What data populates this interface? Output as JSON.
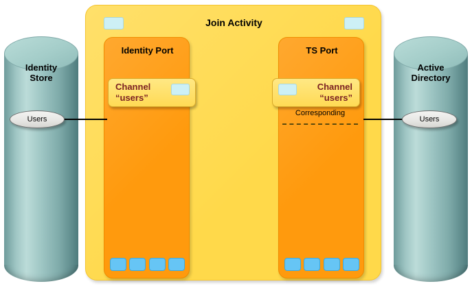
{
  "diagram": {
    "title": "Join Activity",
    "background_color": "#ffffff"
  },
  "colors": {
    "activity_yellow": "#ffd94a",
    "port_orange": "#ff9a0d",
    "channel_yellow": "#ffe070",
    "channel_text": "#7a1f22",
    "chip_cyan": "#cdf0f5",
    "chip_blue": "#66c5f5",
    "cylinder_teal": "#9fc6c4",
    "ellipse_gray": "#e7e7e4",
    "wire_black": "#000000",
    "dash_brown": "#5b4a0d"
  },
  "stores": {
    "left": {
      "name": "Identity Store",
      "label_line1": "Identity",
      "label_line2": "Store",
      "entity": "Users"
    },
    "right": {
      "name": "Active Directory",
      "label_line1": "Active",
      "label_line2": "Directory",
      "entity": "Users"
    }
  },
  "activity": {
    "title": "Join Activity",
    "corner_tabs": [
      "tab-left",
      "tab-right"
    ],
    "ports": [
      {
        "id": "identity-port",
        "title": "Identity Port",
        "channel": {
          "line1": "Channel",
          "line2": "“users”",
          "chip_side": "right"
        },
        "bottom_chips": 4
      },
      {
        "id": "ts-port",
        "title": "TS Port",
        "channel": {
          "line1": "Channel",
          "line2": "“users”",
          "chip_side": "left"
        },
        "bottom_chips": 4
      }
    ],
    "link": {
      "label": "Corresponding",
      "style": "dashed"
    }
  }
}
